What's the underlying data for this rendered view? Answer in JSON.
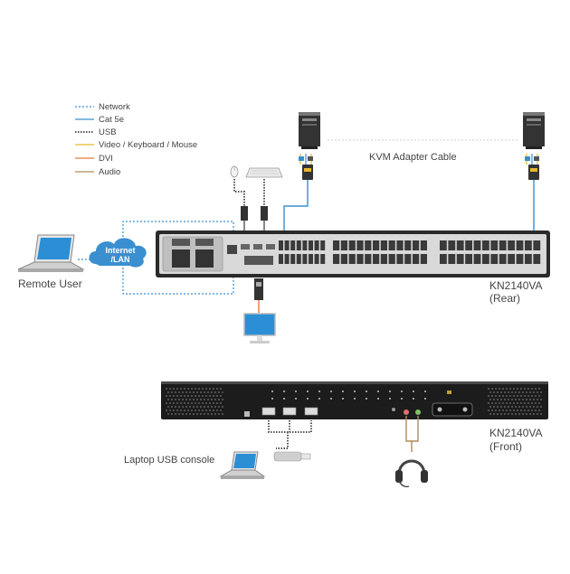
{
  "legend": [
    {
      "label": "Network",
      "color": "#3a8fd0",
      "style": "dashed"
    },
    {
      "label": "Cat 5e",
      "color": "#3a8fd0",
      "style": "solid"
    },
    {
      "label": "USB",
      "color": "#555555",
      "style": "dotted"
    },
    {
      "label": "Video / Keyboard / Mouse",
      "color": "#e8b82a",
      "style": "solid"
    },
    {
      "label": "DVI",
      "color": "#e87b3a",
      "style": "solid"
    },
    {
      "label": "Audio",
      "color": "#b08a5a",
      "style": "solid"
    }
  ],
  "labels": {
    "remote_user": "Remote User",
    "cloud_line1": "Internet",
    "cloud_line2": "/LAN",
    "kvm_adapter_cable": "KVM Adapter Cable",
    "rear_model": "KN2140VA",
    "rear_side": "(Rear)",
    "front_model": "KN2140VA",
    "front_side": "(Front)",
    "laptop_usb_console": "Laptop USB console"
  },
  "colors": {
    "device_body": "#2a2a2a",
    "device_panel": "#d9d9d9",
    "network": "#3a8fd0",
    "cloud": "#3a8fd0"
  }
}
